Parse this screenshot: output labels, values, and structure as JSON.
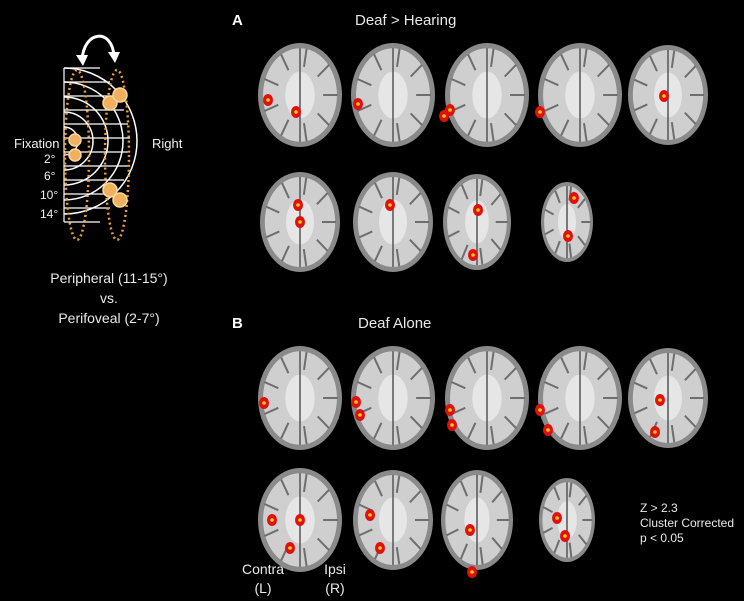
{
  "panel_a": {
    "letter": "A",
    "title": "Deaf > Hearing"
  },
  "panel_b": {
    "letter": "B",
    "title": "Deaf  Alone"
  },
  "diagram": {
    "fixation": "Fixation",
    "right": "Right",
    "ecc": [
      "2°",
      "6°",
      "10°",
      "14°"
    ]
  },
  "contrast": {
    "line1": "Peripheral (11-15°)",
    "line2": "vs.",
    "line3": "Perifoveal (2-7°)"
  },
  "stats": {
    "line1": "Z > 2.3",
    "line2": "Cluster Corrected",
    "line3": "p < 0.05"
  },
  "orientation": {
    "contra": "Contra",
    "contra_side": "(L)",
    "ipsi": "Ipsi",
    "ipsi_side": "(R)"
  }
}
